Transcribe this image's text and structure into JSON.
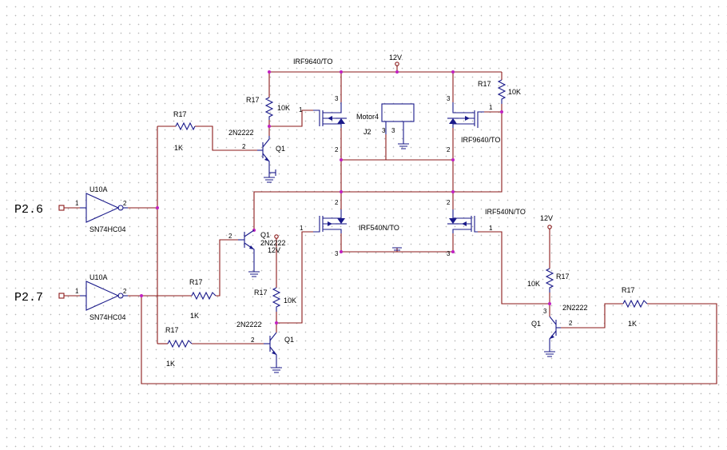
{
  "nets": {
    "p26": "P2.6",
    "p27": "P2.7",
    "vcc_top": "12V",
    "vcc_mid": "12V",
    "vcc_right": "12V"
  },
  "parts": {
    "u_a": {
      "ref": "U10A",
      "val": "SN74HC04"
    },
    "u_b": {
      "ref": "U10A",
      "val": "SN74HC04"
    },
    "r_base1": {
      "ref": "R17",
      "val": "1K"
    },
    "r_base2": {
      "ref": "R17",
      "val": "1K"
    },
    "r_base3": {
      "ref": "R17",
      "val": "1K"
    },
    "r_base4": {
      "ref": "R17",
      "val": "1K"
    },
    "r_pull1": {
      "ref": "R17",
      "val": "10K"
    },
    "r_pull2": {
      "ref": "R17",
      "val": "10K"
    },
    "r_pull3": {
      "ref": "R17",
      "val": "10K"
    },
    "r_pull4": {
      "ref": "R17",
      "val": "10K"
    },
    "q1": {
      "ref": "Q1",
      "val": "2N2222"
    },
    "q2": {
      "ref": "Q1",
      "val": "2N2222"
    },
    "q3": {
      "ref": "Q1",
      "val": "2N2222"
    },
    "q4": {
      "ref": "Q1",
      "val": "2N2222"
    },
    "m_tl": {
      "val": "IRF9640/TO"
    },
    "m_tr": {
      "val": "IRF9640/TO"
    },
    "m_bl": {
      "val": "IRF540N/TO"
    },
    "m_br": {
      "val": "IRF540N/TO"
    },
    "motor": {
      "ref": "J2",
      "val": "Motor4"
    }
  },
  "pins": {
    "p1": "1",
    "p2": "2",
    "p3": "3"
  },
  "colors": {
    "wire": "#8b1a1a",
    "component": "#1a1a8a",
    "junction": "#c020c0"
  }
}
